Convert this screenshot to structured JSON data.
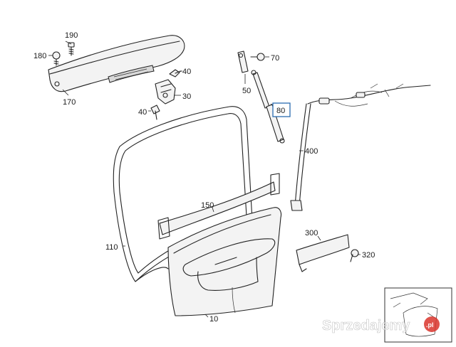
{
  "diagram": {
    "part_labels": {
      "p190": "190",
      "p180": "180",
      "p170": "170",
      "p40a": "40",
      "p30": "30",
      "p40b": "40",
      "p70": "70",
      "p50": "50",
      "p80": "80",
      "p400": "400",
      "p150": "150",
      "p110": "110",
      "p300": "300",
      "p320": "320",
      "p10": "10"
    },
    "highlight_color": "#2b6cb0"
  },
  "watermark": {
    "text": "Sprzedajemy",
    "badge": ".pl",
    "badge_color": "#d9342b"
  }
}
